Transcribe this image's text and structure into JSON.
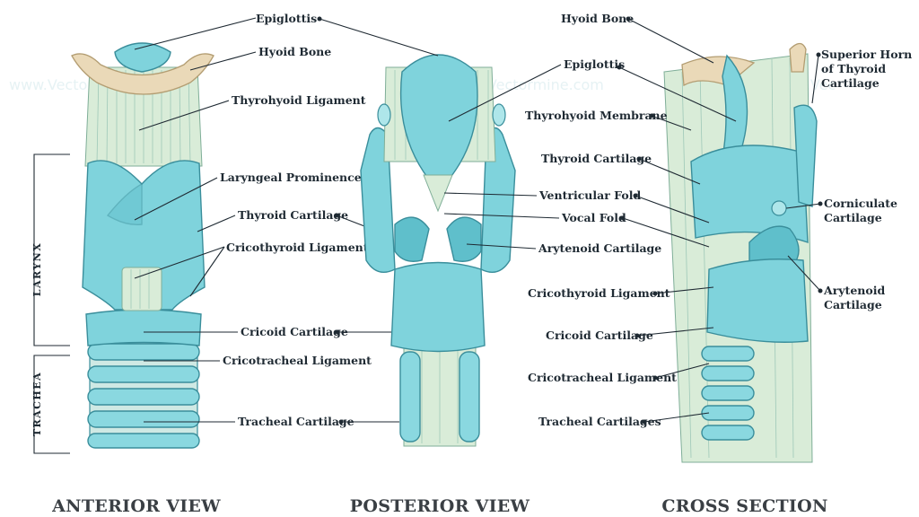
{
  "anterior": {
    "labels": {
      "epiglottis": "Epiglottis",
      "hyoid_bone": "Hyoid Bone",
      "thyrohyoid_ligament": "Thyrohyoid Ligament",
      "laryngeal_prominence": "Laryngeal Prominence",
      "thyroid_cartilage": "Thyroid Cartilage",
      "cricothyroid_ligament": "Cricothyroid Ligament",
      "cricoid_cartilage": "Cricoid Cartilage",
      "cricotracheal_ligament": "Cricotracheal Ligament",
      "tracheal_cartilage": "Tracheal Cartilage"
    },
    "brackets": {
      "larynx": "LARYNX",
      "trachea": "TRACHEA"
    },
    "title": "ANTERIOR VIEW"
  },
  "posterior": {
    "labels": {
      "epiglottis": "Epiglottis",
      "ventricular_fold": "Ventricular Fold",
      "vocal_fold": "Vocal Fold",
      "arytenoid_cartilage": "Arytenoid Cartilage"
    },
    "title": "POSTERIOR VIEW"
  },
  "cross_section": {
    "labels": {
      "hyoid_bone": "Hyoid Bone",
      "thyrohyoid_membrane": "Thyrohyoid Membrane",
      "thyroid_cartilage": "Thyroid Cartilage",
      "cricothyroid_ligament": "Cricothyroid Ligament",
      "cricoid_cartilage": "Cricoid Cartilage",
      "cricotracheal_ligament": "Cricotracheal Ligament",
      "tracheal_cartilages": "Tracheal Cartilages",
      "superior_horn_line1": "Superior Horn",
      "superior_horn_line2": "of Thyroid",
      "superior_horn_line3": "Cartilage",
      "corniculate_line1": "Corniculate",
      "corniculate_line2": "Cartilage",
      "arytenoid_line1": "Arytenoid",
      "arytenoid_line2": "Cartilage"
    },
    "title": "CROSS SECTION"
  },
  "colors": {
    "cartilage": "#7fd3dc",
    "ligament": "#d9ecd8",
    "bone": "#ead9b8",
    "outline": "#3a8e9b",
    "text": "#1f2a33"
  }
}
